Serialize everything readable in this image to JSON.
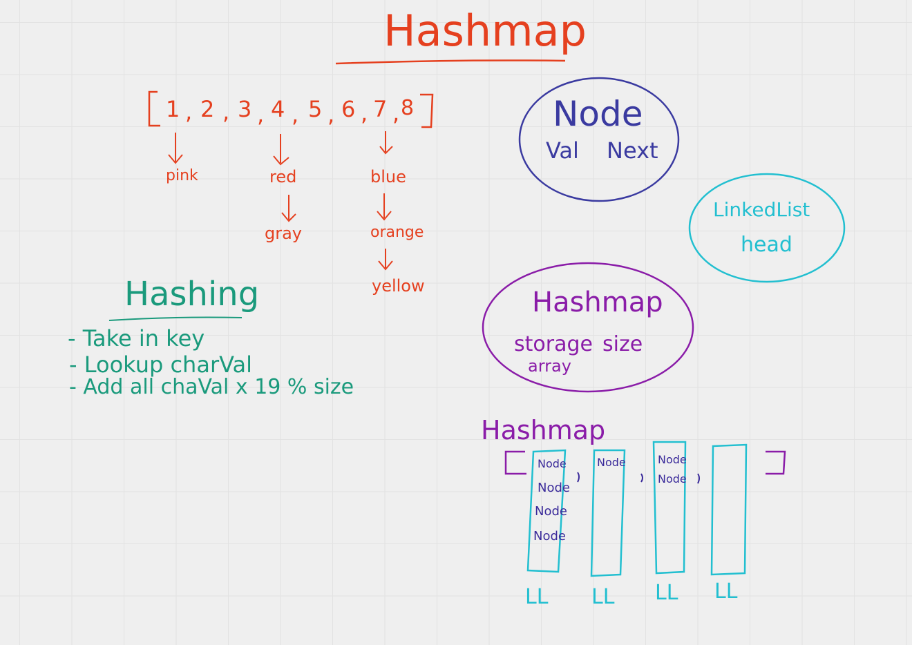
{
  "title": "Hashmap",
  "array": {
    "items": [
      "1",
      "2",
      "3",
      "4",
      "5",
      "6",
      "7",
      "8"
    ]
  },
  "chains": {
    "c1": [
      "pink"
    ],
    "c2": [
      "red",
      "gray"
    ],
    "c3": [
      "blue",
      "orange",
      "yellow"
    ]
  },
  "node": {
    "title": "Node",
    "val": "Val",
    "next": "Next"
  },
  "linked_list": {
    "title": "LinkedList",
    "head": "head"
  },
  "hashmap_class": {
    "title": "Hashmap",
    "storage": "storage",
    "array": "array",
    "size": "size"
  },
  "hashing": {
    "title": "Hashing",
    "steps": [
      "- Take in key",
      "- Lookup charVal",
      "- Add all chaVal x 19 % size"
    ]
  },
  "bucket_diagram": {
    "label": "Hashmap",
    "node_label": "Node",
    "bucket_label": "LL",
    "buckets": [
      4,
      1,
      2,
      0
    ]
  },
  "colors": {
    "red": "#e5401f",
    "blue": "#3a3aa0",
    "teal": "#22bfd0",
    "purple": "#8a1ca8",
    "green": "#1a9a7c",
    "background": "#efefef"
  }
}
